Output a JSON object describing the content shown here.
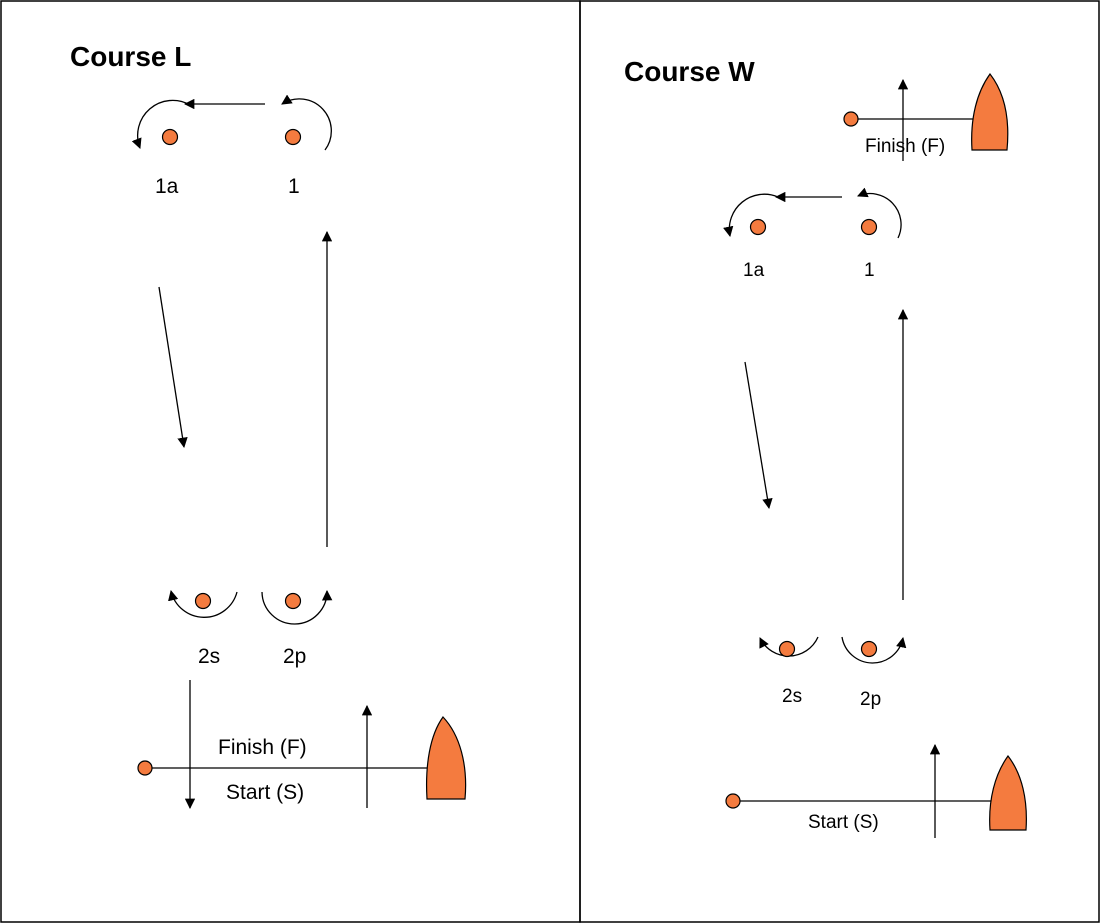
{
  "courses": [
    {
      "title": "Course L",
      "marks": {
        "m1a": "1a",
        "m1": "1",
        "m2s": "2s",
        "m2p": "2p"
      },
      "finish_label": "Finish (F)",
      "start_label": "Start (S)"
    },
    {
      "title": "Course W",
      "marks": {
        "m1a": "1a",
        "m1": "1",
        "m2s": "2s",
        "m2p": "2p"
      },
      "finish_label": "Finish (F)",
      "start_label": "Start (S)"
    }
  ],
  "colors": {
    "mark": "#f47b3f",
    "line": "#000000"
  }
}
